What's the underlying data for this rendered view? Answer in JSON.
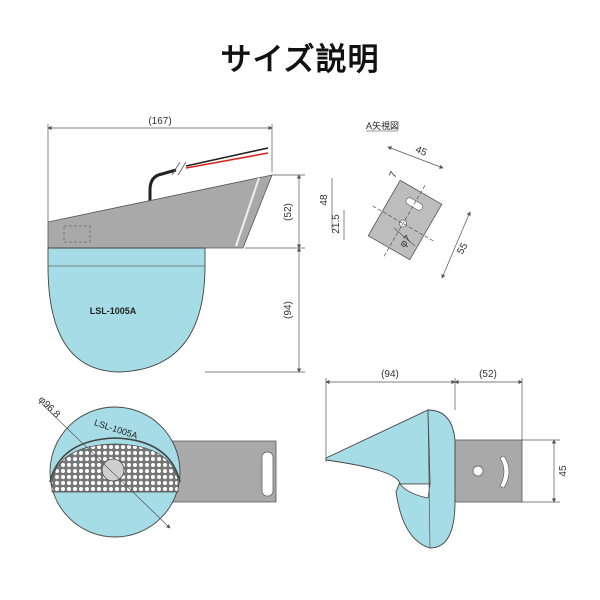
{
  "title": "サイズ説明",
  "side_view": {
    "width_dim": "(167)",
    "bracket_height_dim": "(52)",
    "dome_height_dim": "(94)",
    "model_label": "LSL-1005A"
  },
  "arrow_view": {
    "label": "A矢視図",
    "dim_45": "45",
    "dim_48": "48",
    "dim_7": "7",
    "dim_21_5": "21.5",
    "dim_55": "55",
    "dim_phi7": "φ7"
  },
  "front_view": {
    "diameter_dim": "φ96.8",
    "model_label": "LSL-1005A"
  },
  "top_view": {
    "dome_dim": "(94)",
    "bracket_dim": "(52)",
    "height_dim": "45"
  }
}
